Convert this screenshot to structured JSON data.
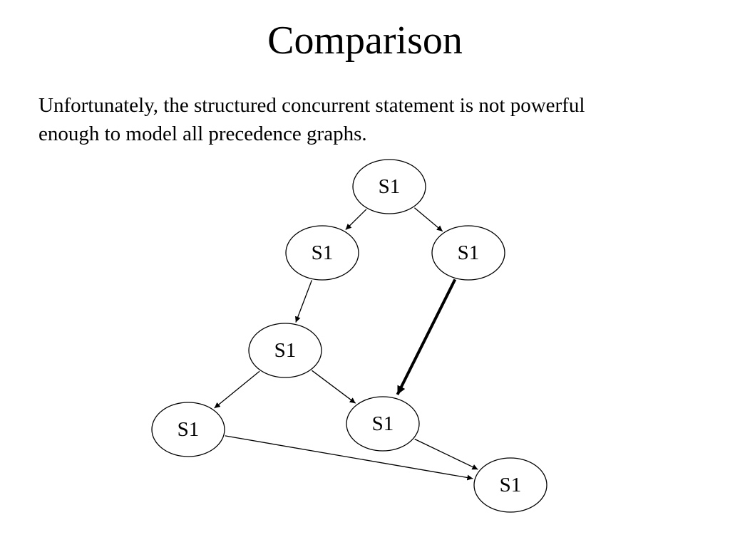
{
  "slide": {
    "title": "Comparison",
    "body": [
      "Unfortunately, the structured concurrent statement is not powerful",
      "enough to model all precedence graphs."
    ]
  },
  "graph": {
    "nodes": [
      {
        "id": "n1",
        "label": "S1"
      },
      {
        "id": "n2",
        "label": "S1"
      },
      {
        "id": "n3",
        "label": "S1"
      },
      {
        "id": "n4",
        "label": "S1"
      },
      {
        "id": "n5",
        "label": "S1"
      },
      {
        "id": "n6",
        "label": "S1"
      },
      {
        "id": "n7",
        "label": "S1"
      }
    ],
    "edges": [
      {
        "from": "n1",
        "to": "n2",
        "emphasized": false
      },
      {
        "from": "n1",
        "to": "n3",
        "emphasized": false
      },
      {
        "from": "n2",
        "to": "n4",
        "emphasized": false
      },
      {
        "from": "n3",
        "to": "n6",
        "emphasized": true
      },
      {
        "from": "n4",
        "to": "n5",
        "emphasized": false
      },
      {
        "from": "n4",
        "to": "n6",
        "emphasized": false
      },
      {
        "from": "n5",
        "to": "n7",
        "emphasized": false
      },
      {
        "from": "n6",
        "to": "n7",
        "emphasized": false
      }
    ]
  }
}
